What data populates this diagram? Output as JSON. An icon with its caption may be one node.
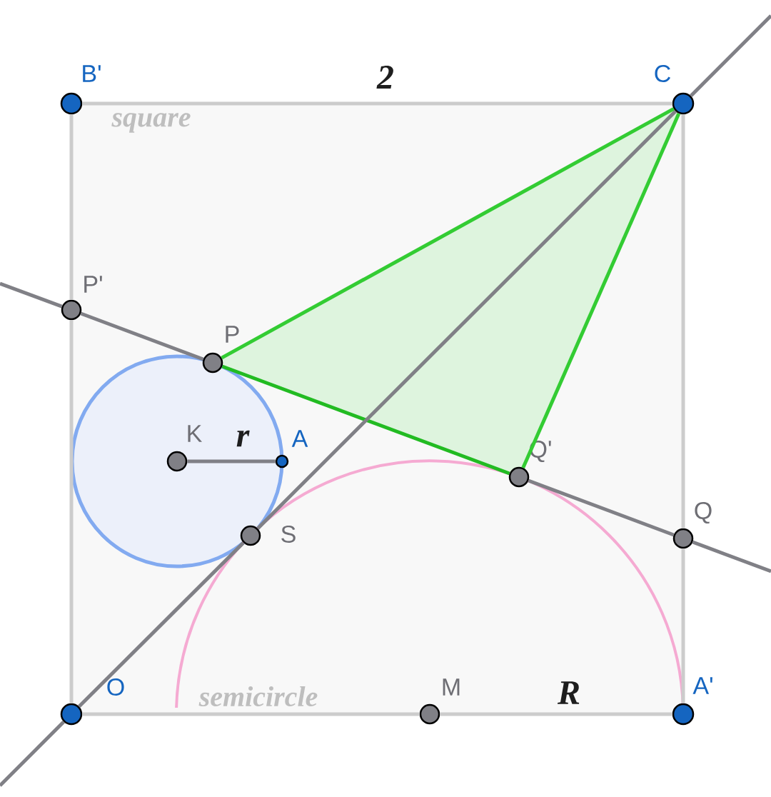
{
  "diagram": {
    "nodes": [
      {
        "text": [
          "B'"
        ]
      },
      {
        "text": [
          "C"
        ]
      },
      {
        "text": [
          "P'"
        ]
      },
      {
        "text": [
          "P"
        ]
      },
      {
        "text": [
          "K"
        ]
      },
      {
        "text": [
          "A"
        ]
      },
      {
        "text": [
          "S"
        ]
      },
      {
        "text": [
          "Q'"
        ]
      },
      {
        "text": [
          "Q"
        ]
      },
      {
        "text": [
          "O"
        ]
      },
      {
        "text": [
          "M"
        ]
      },
      {
        "text": [
          "A'"
        ]
      }
    ],
    "edges": [
      {
        "from": 0,
        "to": 1,
        "arrow": "none",
        "color": "#cccccc"
      },
      {
        "from": 1,
        "to": 8,
        "arrow": "none",
        "color": "#cccccc"
      },
      {
        "from": 8,
        "to": 11,
        "arrow": "none",
        "color": "#cccccc"
      },
      {
        "from": 11,
        "to": 10,
        "arrow": "none",
        "color": "#cccccc"
      },
      {
        "from": 10,
        "to": 9,
        "arrow": "none",
        "color": "#cccccc"
      },
      {
        "from": 9,
        "to": 2,
        "arrow": "none",
        "color": "#cccccc"
      },
      {
        "from": 2,
        "to": 0,
        "arrow": "none",
        "color": "#cccccc"
      },
      {
        "from": null,
        "to": 2,
        "arrow": "none"
      },
      {
        "from": 2,
        "to": 3,
        "arrow": "none"
      },
      {
        "from": 3,
        "to": 7,
        "arrow": "none",
        "color": "#22bb22"
      },
      {
        "from": 7,
        "to": 8,
        "arrow": "none"
      },
      {
        "from": 8,
        "to": null,
        "arrow": "none"
      },
      {
        "from": null,
        "to": 9,
        "arrow": "none"
      },
      {
        "from": 9,
        "to": 6,
        "arrow": "none"
      },
      {
        "from": 6,
        "to": 1,
        "arrow": "none"
      },
      {
        "from": 1,
        "to": null,
        "arrow": "none"
      },
      {
        "from": 3,
        "to": 1,
        "arrow": "none",
        "color": "#33cc33"
      },
      {
        "from": 1,
        "to": 7,
        "arrow": "none",
        "color": "#33cc33"
      },
      {
        "from": 4,
        "to": 5,
        "arrow": "none"
      }
    ],
    "labels": [
      "2",
      "square",
      "r",
      "semicircle",
      "R"
    ]
  }
}
